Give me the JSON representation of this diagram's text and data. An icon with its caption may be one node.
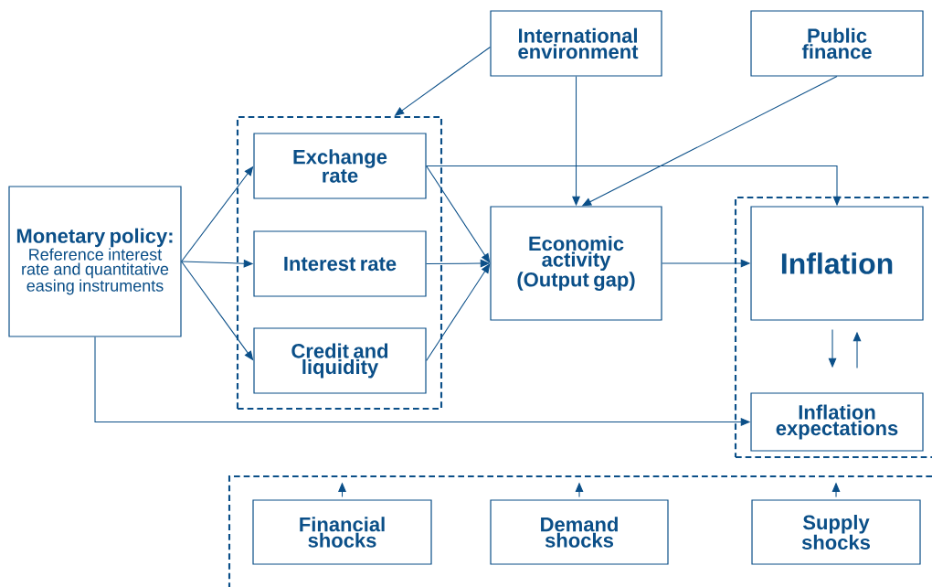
{
  "diagram": {
    "nodes": [
      {
        "text": [
          "Monetary policy:",
          "Reference interest rate and quantitative easing instruments"
        ]
      },
      {
        "text": [],
        "shape": "box"
      },
      {
        "text": [
          "Exchange rate"
        ],
        "in": 1
      },
      {
        "text": [
          "Interest rate"
        ],
        "in": 1
      },
      {
        "text": [
          "Credit and liquidity"
        ],
        "in": 1
      },
      {
        "text": [
          "International environment"
        ]
      },
      {
        "text": [
          "Public finance"
        ]
      },
      {
        "text": [
          "Economic activity (Output gap)"
        ]
      },
      {
        "text": [],
        "shape": "box"
      },
      {
        "text": [
          "Inflation"
        ],
        "in": 8
      },
      {
        "text": [
          "Inflation expectations"
        ],
        "in": 8
      },
      {
        "text": [],
        "shape": "box"
      },
      {
        "text": [
          "Financial shocks"
        ],
        "in": 11
      },
      {
        "text": [
          "Demand shocks"
        ],
        "in": 11
      },
      {
        "text": [
          "Supply shocks"
        ],
        "in": 11
      }
    ],
    "edges": [
      {
        "from": 0,
        "to": 2,
        "arrow": "to"
      },
      {
        "from": 0,
        "to": 3,
        "arrow": "to"
      },
      {
        "from": 0,
        "to": 4,
        "arrow": "to"
      },
      {
        "from": 0,
        "to": 10,
        "arrow": "to"
      },
      {
        "from": 5,
        "to": 1,
        "arrow": "to"
      },
      {
        "from": 5,
        "to": 7,
        "arrow": "to"
      },
      {
        "from": 6,
        "to": 7,
        "arrow": "to"
      },
      {
        "from": 2,
        "to": 7,
        "arrow": "to"
      },
      {
        "from": 3,
        "to": 7,
        "arrow": "to"
      },
      {
        "from": 4,
        "to": 7,
        "arrow": "to"
      },
      {
        "from": 2,
        "to": 9,
        "arrow": "to"
      },
      {
        "from": 7,
        "to": 9,
        "arrow": "to"
      },
      {
        "from": 9,
        "to": 10,
        "arrow": "to"
      },
      {
        "from": 10,
        "to": 9,
        "arrow": "to"
      },
      {
        "from": 12,
        "to": null,
        "arrow": "to"
      },
      {
        "from": 13,
        "to": null,
        "arrow": "to"
      },
      {
        "from": 14,
        "to": null,
        "arrow": "to"
      }
    ]
  }
}
